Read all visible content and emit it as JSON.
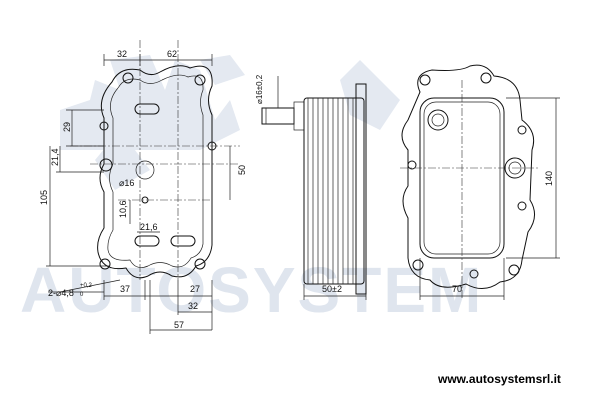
{
  "watermark": {
    "brand": "AUTOSYSTEM"
  },
  "footer": {
    "url": "www.autosystemsrl.it"
  },
  "dimensions": {
    "top_32": "32",
    "top_62": "62",
    "left_29": "29",
    "left_21_4": "21,4",
    "left_105": "105",
    "dia_16": "⌀16",
    "left_10_6": "10,6",
    "mid_21_6": "21,6",
    "right_50": "50",
    "holes": "2-⌀4,8",
    "tol_up": "+0,2",
    "tol_lo": "0",
    "bot_37": "37",
    "bot_27": "27",
    "bot_32": "32",
    "bot_57": "57",
    "pipe_dia": "⌀16±0,2",
    "side_50": "50±2",
    "face_70": "70",
    "face_140": "140"
  }
}
